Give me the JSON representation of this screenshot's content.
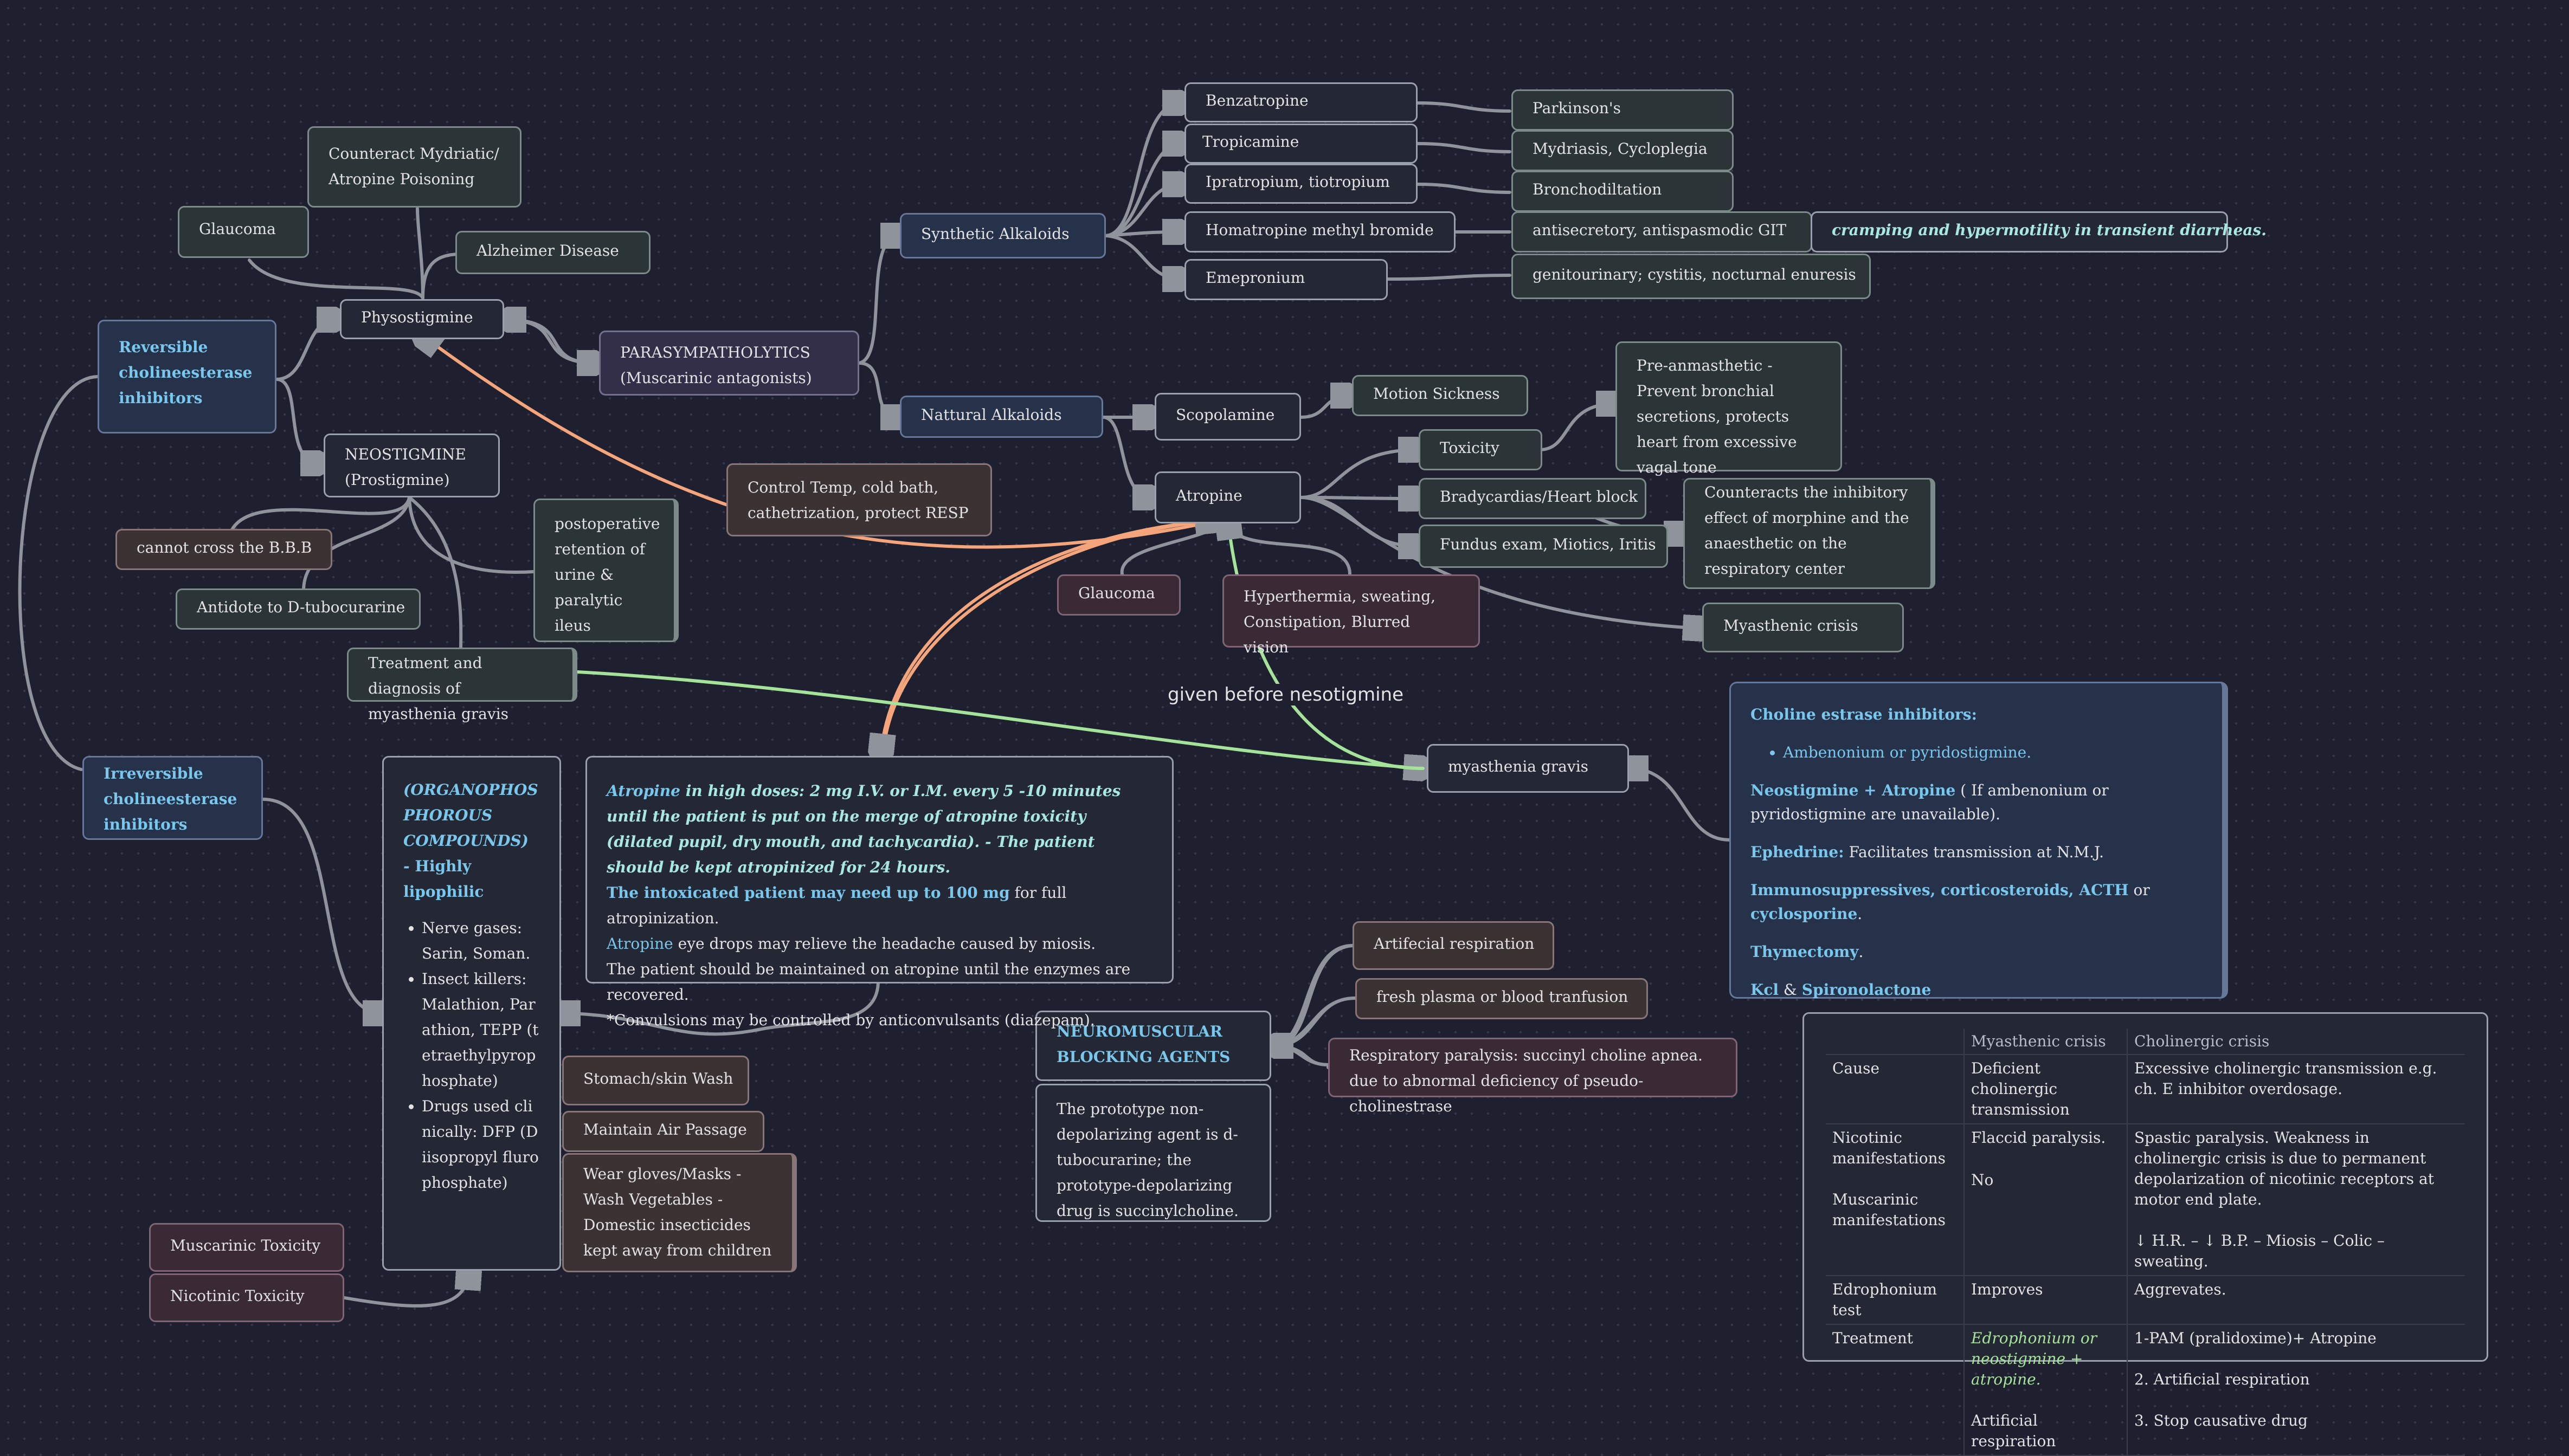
{
  "nodes": {
    "counteract": {
      "text": "Counteract Mydriatic/ Atropine Poisoning"
    },
    "glaucoma_top": {
      "text": "Glaucoma"
    },
    "alzheimer": {
      "text": "Alzheimer Disease"
    },
    "physostigmine": {
      "text": "Physostigmine"
    },
    "reversible": {
      "text": "Reversible cholineesterase inhibitors"
    },
    "parasympatholytics_l1": {
      "text": "PARASYMPATHOLYTICS"
    },
    "parasympatholytics_l2": {
      "text": "(Muscarinic antagonists)"
    },
    "neostigmine_l1": {
      "text": "NEOSTIGMINE"
    },
    "neostigmine_l2": {
      "text": "(Prostigmine)"
    },
    "cannot_cross": {
      "text": "cannot cross the B.B.B"
    },
    "antidote": {
      "text": "Antidote to D-tubocurarine"
    },
    "postop": {
      "text": "postoperative retention of urine & paralytic ileus"
    },
    "treatment_mg": {
      "text": "Treatment and diagnosis of myasthenia gravis"
    },
    "control_temp": {
      "text": "Control Temp, cold bath, cathetrization, protect RESP"
    },
    "synthetic": {
      "text": "Synthetic Alkaloids"
    },
    "natural": {
      "text": "Nattural Alkaloids"
    },
    "benzatropine": {
      "text": "Benzatropine"
    },
    "tropicamine": {
      "text": "Tropicamine"
    },
    "ipratropium": {
      "text": "Ipratropium, tiotropium"
    },
    "homatropine": {
      "text": "Homatropine methyl bromide"
    },
    "emepronium": {
      "text": "Emepronium"
    },
    "parkinsons": {
      "text": "Parkinson's"
    },
    "mydriasis": {
      "text": "Mydriasis, Cycloplegia"
    },
    "bronchodilation": {
      "text": "Bronchodiltation"
    },
    "antisecretory": {
      "text": "antisecretory, antispasmodic GIT"
    },
    "cramping": {
      "text": "cramping and hypermotility in transient diarrheas."
    },
    "genitourinary": {
      "text": "genitourinary; cystitis, nocturnal enuresis"
    },
    "scopolamine": {
      "text": "Scopolamine"
    },
    "motion_sickness": {
      "text": "Motion Sickness"
    },
    "atropine": {
      "text": "Atropine"
    },
    "toxicity": {
      "text": "Toxicity"
    },
    "preanaesthetic": {
      "text": "Pre-anmasthetic - Prevent bronchial secretions, protects heart from excessive vagal tone"
    },
    "bradycardia": {
      "text": "Bradycardias/Heart block"
    },
    "counteracts": {
      "text": "Counteracts the inhibitory effect of morphine and the anaesthetic on the respiratory center"
    },
    "fundus": {
      "text": "Fundus exam, Miotics, Iritis"
    },
    "myasthenic_crisis": {
      "text": "Myasthenic crisis"
    },
    "glaucoma_mid": {
      "text": "Glaucoma"
    },
    "hyperthermia": {
      "text": "Hyperthermia, sweating, Constipation, Blurred vision"
    },
    "myasthenia_gravis": {
      "text": "myasthenia gravis"
    },
    "irreversible": {
      "text": "Irreversible cholineesterase inhibitors"
    },
    "stomach_wash": {
      "text": "Stomach/skin Wash"
    },
    "maintain_air": {
      "text": "Maintain Air Passage"
    },
    "wear_gloves": {
      "text": "Wear gloves/Masks - Wash Vegetables - Domestic insecticides kept away from children"
    },
    "muscarinic_tox": {
      "text": "Muscarinic Toxicity"
    },
    "nicotinic_tox": {
      "text": "Nicotinic Toxicity"
    },
    "nmb_agents": {
      "text": "NEUROMUSCULAR BLOCKING AGENTS"
    },
    "prototype": {
      "text": "The prototype non-depolarizing agent is d-tubocurarine; the prototype-depolarizing drug is succinylcholine."
    },
    "artificial_resp": {
      "text": "Artifecial respiration"
    },
    "fresh_plasma": {
      "text": "fresh plasma or blood tranfusion"
    },
    "resp_paralysis": {
      "text": "Respiratory paralysis: succinyl choline apnea. due to abnormal deficiency of  pseudo-cholinestrase"
    }
  },
  "edge_label": "given before nesotigmine",
  "organophosphorus": {
    "title": "(ORGANOPHOS PHOROUS COMPOUNDS) - ",
    "title_tail": "Highly lipophilic",
    "items": [
      "Nerve gases: Sarin, Soman.",
      "Insect killers: Malathion, Parathion, TEPP (tetraethylpyrophosphate)",
      "Drugs used clinically: DFP (Diisopropyl flurophosphate)"
    ]
  },
  "atropine_doses": {
    "l1_a": "Atropine",
    "l1_b": " in high doses: 2 mg I.V. or I.M. every 5 -10 minutes until the patient is put on the merge of atropine toxicity (dilated pupil, dry mouth, and tachycardia). - The patient should be kept atropinized for 24 hours.",
    "l2_a": "The intoxicated patient may need up to 100 mg",
    "l2_b": " for full atropinization.",
    "l3_a": "Atropine",
    "l3_b": " eye drops may relieve the headache caused by miosis.",
    "l4": "The patient should be maintained on atropine until the enzymes are recovered.",
    "l5": "*Convulsions may be controlled by anticonvulsants (diazepam)."
  },
  "choline_panel": {
    "heading": "Choline estrase inhibitors:",
    "bullet": "Ambenonium or pyridostigmine.",
    "neo_a": "Neostigmine + Atropine",
    "neo_b": " ( If ambenonium or pyridostigmine are unavailable).",
    "eph_a": "Ephedrine:",
    "eph_b": " Facilitates transmission at N.M.J.",
    "immuno": "Immunosuppressives, corticosteroids, ACTH",
    "immuno_or": " or ",
    "immuno_c": "cyclosporine",
    "immuno_dot": ".",
    "thymectomy": "Thymectomy",
    "thymectomy_dot": ".",
    "kcl": "Kcl",
    "kcl_amp": " & ",
    "spiro": "Spironolactone"
  },
  "crisis_table": {
    "headers": [
      "",
      "Myasthenic crisis",
      "Cholinergic crisis"
    ],
    "rows": [
      {
        "c1": "Cause",
        "c2": "Deficient cholinergic transmission",
        "c3": "Excessive cholinergic transmission e.g. ch. E inhibitor overdosage."
      },
      {
        "c1": "Nicotinic manifestations",
        "c1b": "Muscarinic manifestations",
        "c2": "Flaccid paralysis.",
        "c2b": "No",
        "c3": "Spastic paralysis. Weakness in cholinergic crisis is due to permanent depolarization of nicotinic receptors at motor end plate.",
        "c3b": "↓ H.R. – ↓ B.P. – Miosis – Colic – sweating."
      },
      {
        "c1": "Edrophonium test",
        "c2": "Improves",
        "c3": "Aggrevates."
      },
      {
        "c1": "Treatment",
        "c2": "Edrophonium or neostigmine + atropine.",
        "c2b": "Artificial respiration",
        "c3": "1-PAM (pralidoxime)+ Atropine",
        "c3b": "2. Artificial respiration",
        "c3c": "3. Stop causative drug"
      }
    ]
  }
}
